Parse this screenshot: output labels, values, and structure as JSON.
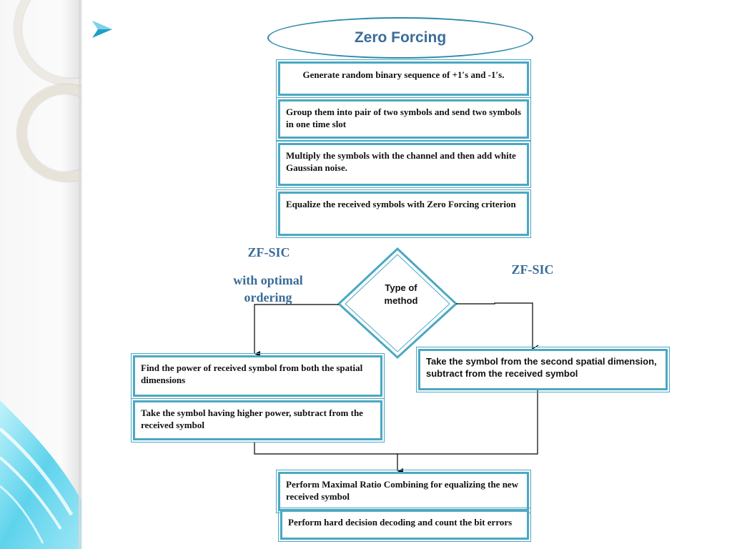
{
  "title": "Zero Forcing",
  "steps": [
    "Generate random binary sequence of +1′s and -1′s.",
    "Group them into pair of two symbols and send two symbols in one time slot",
    "Multiply the symbols with the channel and then add white Gaussian noise.",
    "Equalize the received symbols with Zero Forcing criterion"
  ],
  "decision": "Type of method",
  "left_branch": {
    "label_line1": "ZF-SIC",
    "label_line2": "with optimal ordering",
    "steps": [
      "Find the power of received symbol from both the spatial dimensions",
      "Take the symbol having higher power, subtract from the received symbol"
    ]
  },
  "right_branch": {
    "label": "ZF-SIC",
    "step": "Take the symbol from the second spatial dimension, subtract from the received symbol"
  },
  "final_steps": [
    "Perform Maximal Ratio Combining for equalizing the new received symbol",
    "Perform hard decision decoding and count the bit errors"
  ],
  "colors": {
    "accent": "#4aa8c3",
    "label": "#3a6c98",
    "title": "#3a6e9a"
  },
  "icons": {
    "bullet": "chevron-arrow-icon"
  }
}
